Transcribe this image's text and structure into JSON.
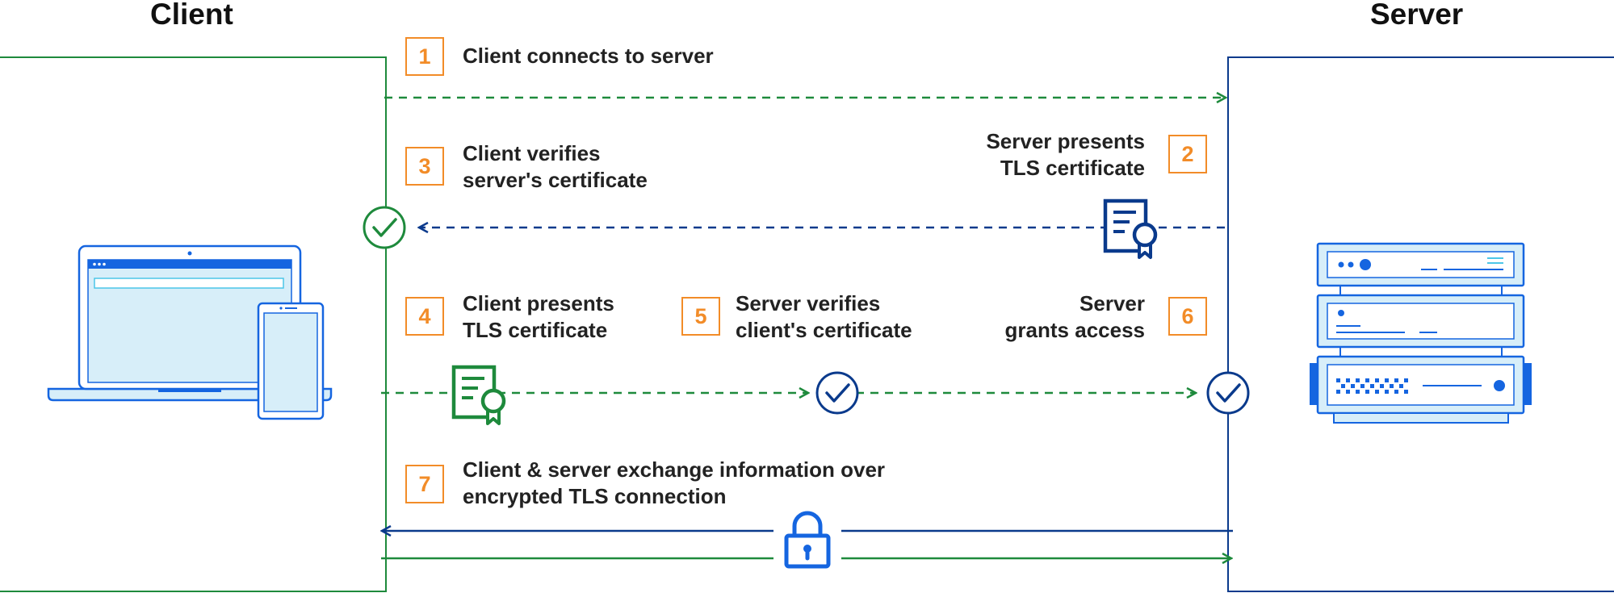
{
  "client_title": "Client",
  "server_title": "Server",
  "steps": [
    {
      "num": "1",
      "text": "Client connects to server"
    },
    {
      "num": "2",
      "text": "Server presents\nTLS certificate"
    },
    {
      "num": "3",
      "text": "Client verifies\nserver's certificate"
    },
    {
      "num": "4",
      "text": "Client presents\nTLS certificate"
    },
    {
      "num": "5",
      "text": "Server verifies\nclient's certificate"
    },
    {
      "num": "6",
      "text": "Server\ngrants access"
    },
    {
      "num": "7",
      "text": "Client & server exchange information over\nencrypted TLS connection"
    }
  ],
  "icons": {
    "client_device": "laptop-and-phone-icon",
    "server_device": "server-rack-icon",
    "server_certificate": "certificate-icon",
    "client_certificate": "certificate-icon",
    "check": "checkmark-circle-icon",
    "lock": "padlock-icon"
  },
  "colors": {
    "client_green": "#1e8a3c",
    "server_blue": "#0a3a8c",
    "step_orange": "#f28c28",
    "device_blue": "#1565e0",
    "device_fill": "#d7eef9"
  }
}
